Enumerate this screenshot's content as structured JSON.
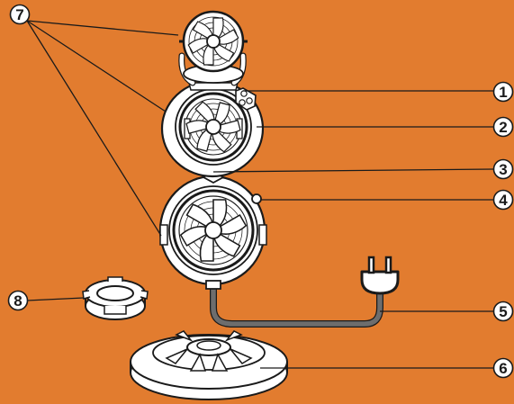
{
  "diagram": {
    "callouts": [
      {
        "id": "1",
        "label": "1"
      },
      {
        "id": "2",
        "label": "2"
      },
      {
        "id": "3",
        "label": "3"
      },
      {
        "id": "4",
        "label": "4"
      },
      {
        "id": "5",
        "label": "5"
      },
      {
        "id": "6",
        "label": "6"
      },
      {
        "id": "7",
        "label": "7"
      },
      {
        "id": "8",
        "label": "8"
      }
    ],
    "colors": {
      "background": "#e27c2f",
      "outline": "#1a1a1a",
      "body": "#ffffff",
      "cable": "#6d6d6d"
    },
    "icons": [
      "fan-unit-icon",
      "plug-icon",
      "base-icon",
      "lock-nut-icon"
    ]
  }
}
